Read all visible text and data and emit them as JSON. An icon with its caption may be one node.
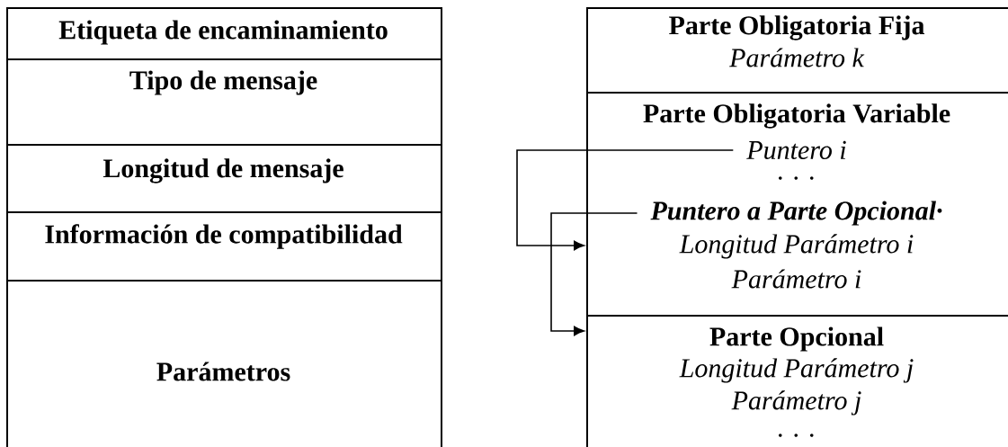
{
  "diagram": {
    "nodes": [
      {
        "text": [
          "Etiqueta de encaminamiento"
        ]
      },
      {
        "text": [
          "Tipo de mensaje"
        ]
      },
      {
        "text": [
          "Longitud de mensaje"
        ]
      },
      {
        "text": [
          "Información de compatibilidad"
        ]
      },
      {
        "text": [
          "Parámetros"
        ]
      },
      {
        "text": [
          "Parte Obligatoria Fija",
          "Parámetro k"
        ]
      },
      {
        "text": [
          "Parte Obligatoria Variable",
          ". . .",
          "Longitud Parámetro i",
          "Parámetro i"
        ]
      },
      {
        "text": [
          "Puntero i"
        ],
        "in": 6
      },
      {
        "text": [
          "Puntero a Parte Opcional·"
        ],
        "in": 6
      },
      {
        "text": [
          "Parte Opcional",
          "Longitud Parámetro j",
          "Parámetro j",
          ". . ."
        ]
      }
    ],
    "edges": [
      {
        "from": 7,
        "to": 6,
        "arrow": "to"
      },
      {
        "from": 8,
        "to": 9,
        "arrow": "to"
      }
    ]
  }
}
